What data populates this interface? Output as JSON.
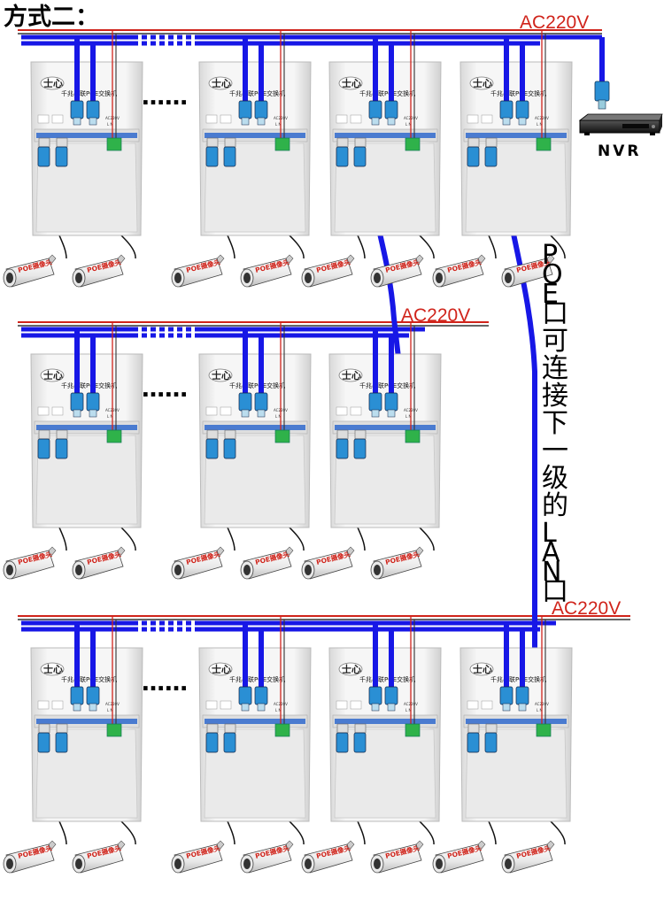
{
  "title": "方式二：",
  "power_label": "AC220V",
  "nvr_label": "NVR",
  "side_note": "POE口可连接下一级的LAN口",
  "switch_name": "千兆串联POE交换机",
  "switch_brand": "士心",
  "switch_port_labels": [
    "AC220V",
    "L N"
  ],
  "camera_label": "POE摄像头",
  "ellipsis": "……",
  "colors": {
    "cable": "#1717e6",
    "power_red": "#d0241b",
    "power_dark": "#333333",
    "port_blue": "#2a8fd4",
    "terminal_green": "#2fb24a",
    "enclosure": "#f0f0f0"
  }
}
